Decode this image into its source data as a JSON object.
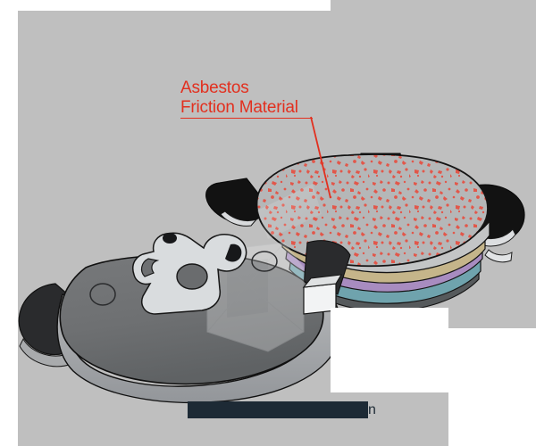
{
  "figure": {
    "title_label": "brake-pad-cutaway-illustration",
    "background_color": "#bfbfbf",
    "page_color": "#ffffff"
  },
  "callout": {
    "line1": "Asbestos",
    "line2": "Friction Material",
    "color": "#e2301f",
    "leader_from": "348,131",
    "leader_to": "370,222"
  },
  "caption": {
    "redacted_label": "",
    "visible_fragment": "n",
    "redaction_color": "#1d2a35",
    "text_color": "#1d2a35"
  },
  "upper_pad": {
    "name": "brake-pad-friction-side",
    "friction_surface_color": "#b5b7b8",
    "speckle_color": "#e2574a",
    "tab_color": "#121212",
    "layers": [
      {
        "name": "friction-material-layer",
        "color": "#c3c5c6"
      },
      {
        "name": "adhesive-underlayer",
        "color": "#c5b58a"
      },
      {
        "name": "damping-layer",
        "color": "#a88cc0"
      },
      {
        "name": "backing-layer",
        "color": "#6fa3ad"
      },
      {
        "name": "steel-backing-plate",
        "color": "#565a5c"
      }
    ]
  },
  "lower_pad": {
    "name": "brake-pad-backing-plate-side",
    "plate_color": "#6e7072",
    "rim_color": "#a9abad",
    "tab_color": "#2a2b2d",
    "shim_color": "#d9dcde",
    "hole_count": 3
  }
}
